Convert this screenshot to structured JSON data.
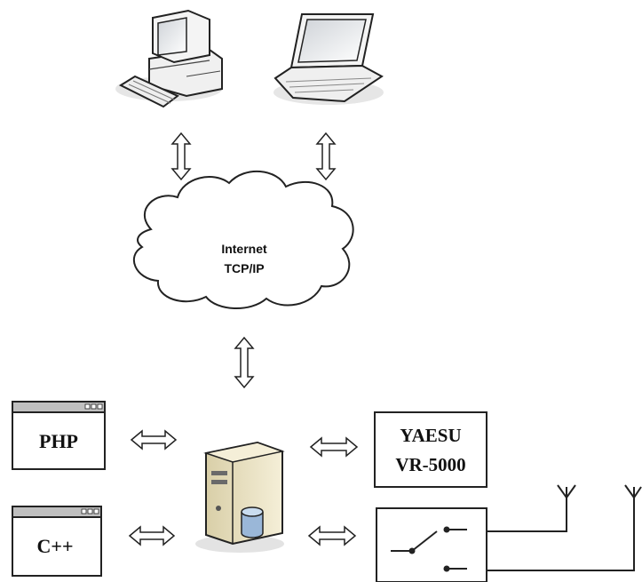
{
  "cloud": {
    "line1": "Internet",
    "line2": "TCP/IP"
  },
  "windows": {
    "php_label": "PHP",
    "cpp_label": "C++"
  },
  "receiver": {
    "line1": "YAESU",
    "line2": "VR-5000"
  },
  "icons": {
    "desktop": "desktop-computer-icon",
    "laptop": "laptop-icon",
    "server": "server-tower-icon",
    "switch": "antenna-switch-icon",
    "antenna": "antenna-icon"
  },
  "colors": {
    "stroke": "#111111",
    "fill_light": "#f2f2f2",
    "server_base": "#e9dfbd",
    "db_blue": "#9ab7d8"
  }
}
